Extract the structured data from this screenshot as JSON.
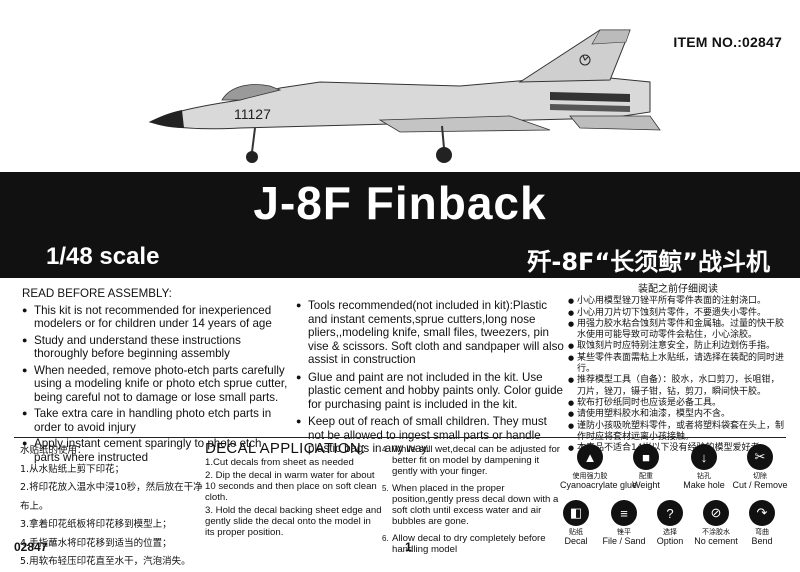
{
  "header": {
    "item_no": "ITEM NO.:02847",
    "aircraft_serial": "11127"
  },
  "title_band": {
    "title": "J-8F Finback",
    "scale": "1/48 scale",
    "cn_title": "歼-8F“长须鲸”战斗机"
  },
  "instructions": {
    "heading": "READ BEFORE ASSEMBLY:",
    "left": [
      "This kit is not recommended for inexperienced modelers or for children under 14 years of age",
      "Study and understand these instructions thoroughly before beginning assembly",
      "When needed, remove photo-etch parts carefully using a modeling knife or photo etch sprue cutter, being careful not to damage or lose small parts.",
      "Take extra care in handling photo etch parts in order to avoid injury",
      "Apply instant cement sparingly to photo etch parts where instructed"
    ],
    "right": [
      "Tools recommended(not included in kit):Plastic and instant cements,sprue cutters,long nose pliers,,modeling knife, small files, tweezers, pin vise & scissors. Soft cloth and sandpaper will also assist in construction",
      "Glue and paint are not included in the kit. Use plastic cement and hobby paints only. Color guide for purchasing paint is included in the kit.",
      "Keep out of reach of small children. They must not be allowed to ingest small parts or handle plastic bags in any way."
    ]
  },
  "cn_notes": {
    "heading": "装配之前仔细阅读",
    "items": [
      "小心用模型锉刀锉平所有零件表面的注射浇口。",
      "小心用刀片切下蚀刻片零件，不要遗失小零件。",
      "用强力胶水粘合蚀刻片零件和金属轴。过量的快干胶水使用可能导致可动零件会粘住，小心涂胶。",
      "取蚀刻片时应特别注意安全，防止利边划伤手指。",
      "某些零件表面需粘上水贴纸，请选择在装配的同时进行。",
      "推荐模型工具（自备）：胶水，水口剪刀，长咀钳，刀片，锉刀，镊子钳，钻，剪刀，瞬间快干胶。",
      "软布打砂纸同时也应该是必备工具。",
      "请使用塑料胶水和油漆，模型内不含。",
      "谨防小孩吸吮塑料零件，或者将塑料袋套在头上，制作时应将套材远离小孩接触。",
      "本产品不适合14岁以下没有经验的模型爱好者。"
    ]
  },
  "decal_cn": {
    "heading": "水贴纸的使用：",
    "steps": [
      "1.从水贴纸上剪下印花；",
      "2.将印花放入温水中浸10秒，然后放在干净布上。",
      "3.拿着印花纸板将印花移到模型上；",
      "4.手指蘸水将印花移到适当的位置；",
      "5.用软布轻压印花直至水干，汽泡消失。"
    ]
  },
  "decal_en": {
    "title": "DECAL APPLICATION:",
    "steps": [
      "1.Cut decals from sheet as needed",
      "2. Dip the decal in warm water for about 10 seconds and then place on soft clean cloth.",
      "3. Hold the decal backing sheet edge and gently slide the decal onto the model in its proper position."
    ],
    "steps_right": [
      {
        "num": "4.",
        "text": "While still wet,decal can be adjusted for better fit on model by dampening it gently with your finger."
      },
      {
        "num": "5.",
        "text": "When placed in the proper position,gently press decal down with a soft cloth until excess water and air bubbles are gone."
      },
      {
        "num": "6.",
        "text": "Allow decal to dry completely before handling model"
      }
    ]
  },
  "legend_icons": [
    {
      "icon": "glue-bottle-icon",
      "cn": "使用强力胶",
      "en": "Cyanoacrylate glue",
      "glyph": "▲"
    },
    {
      "icon": "weight-icon",
      "cn": "配重",
      "en": "Weight",
      "glyph": "■"
    },
    {
      "icon": "drill-icon",
      "cn": "钻孔",
      "en": "Make hole",
      "glyph": "↓"
    },
    {
      "icon": "cut-remove-icon",
      "cn": "切除",
      "en": "Cut / Remove",
      "glyph": "✂"
    },
    {
      "icon": "decal-icon",
      "cn": "贴纸",
      "en": "Decal",
      "glyph": "◧"
    },
    {
      "icon": "file-sand-icon",
      "cn": "锉平",
      "en": "File / Sand",
      "glyph": "≡"
    },
    {
      "icon": "option-icon",
      "cn": "选择",
      "en": "Option",
      "glyph": "?"
    },
    {
      "icon": "no-cement-icon",
      "cn": "不涂胶水",
      "en": "No cement",
      "glyph": "⊘"
    },
    {
      "icon": "bend-icon",
      "cn": "弯曲",
      "en": "Bend",
      "glyph": "↷"
    }
  ],
  "footer": {
    "code": "02847",
    "page": "1"
  }
}
